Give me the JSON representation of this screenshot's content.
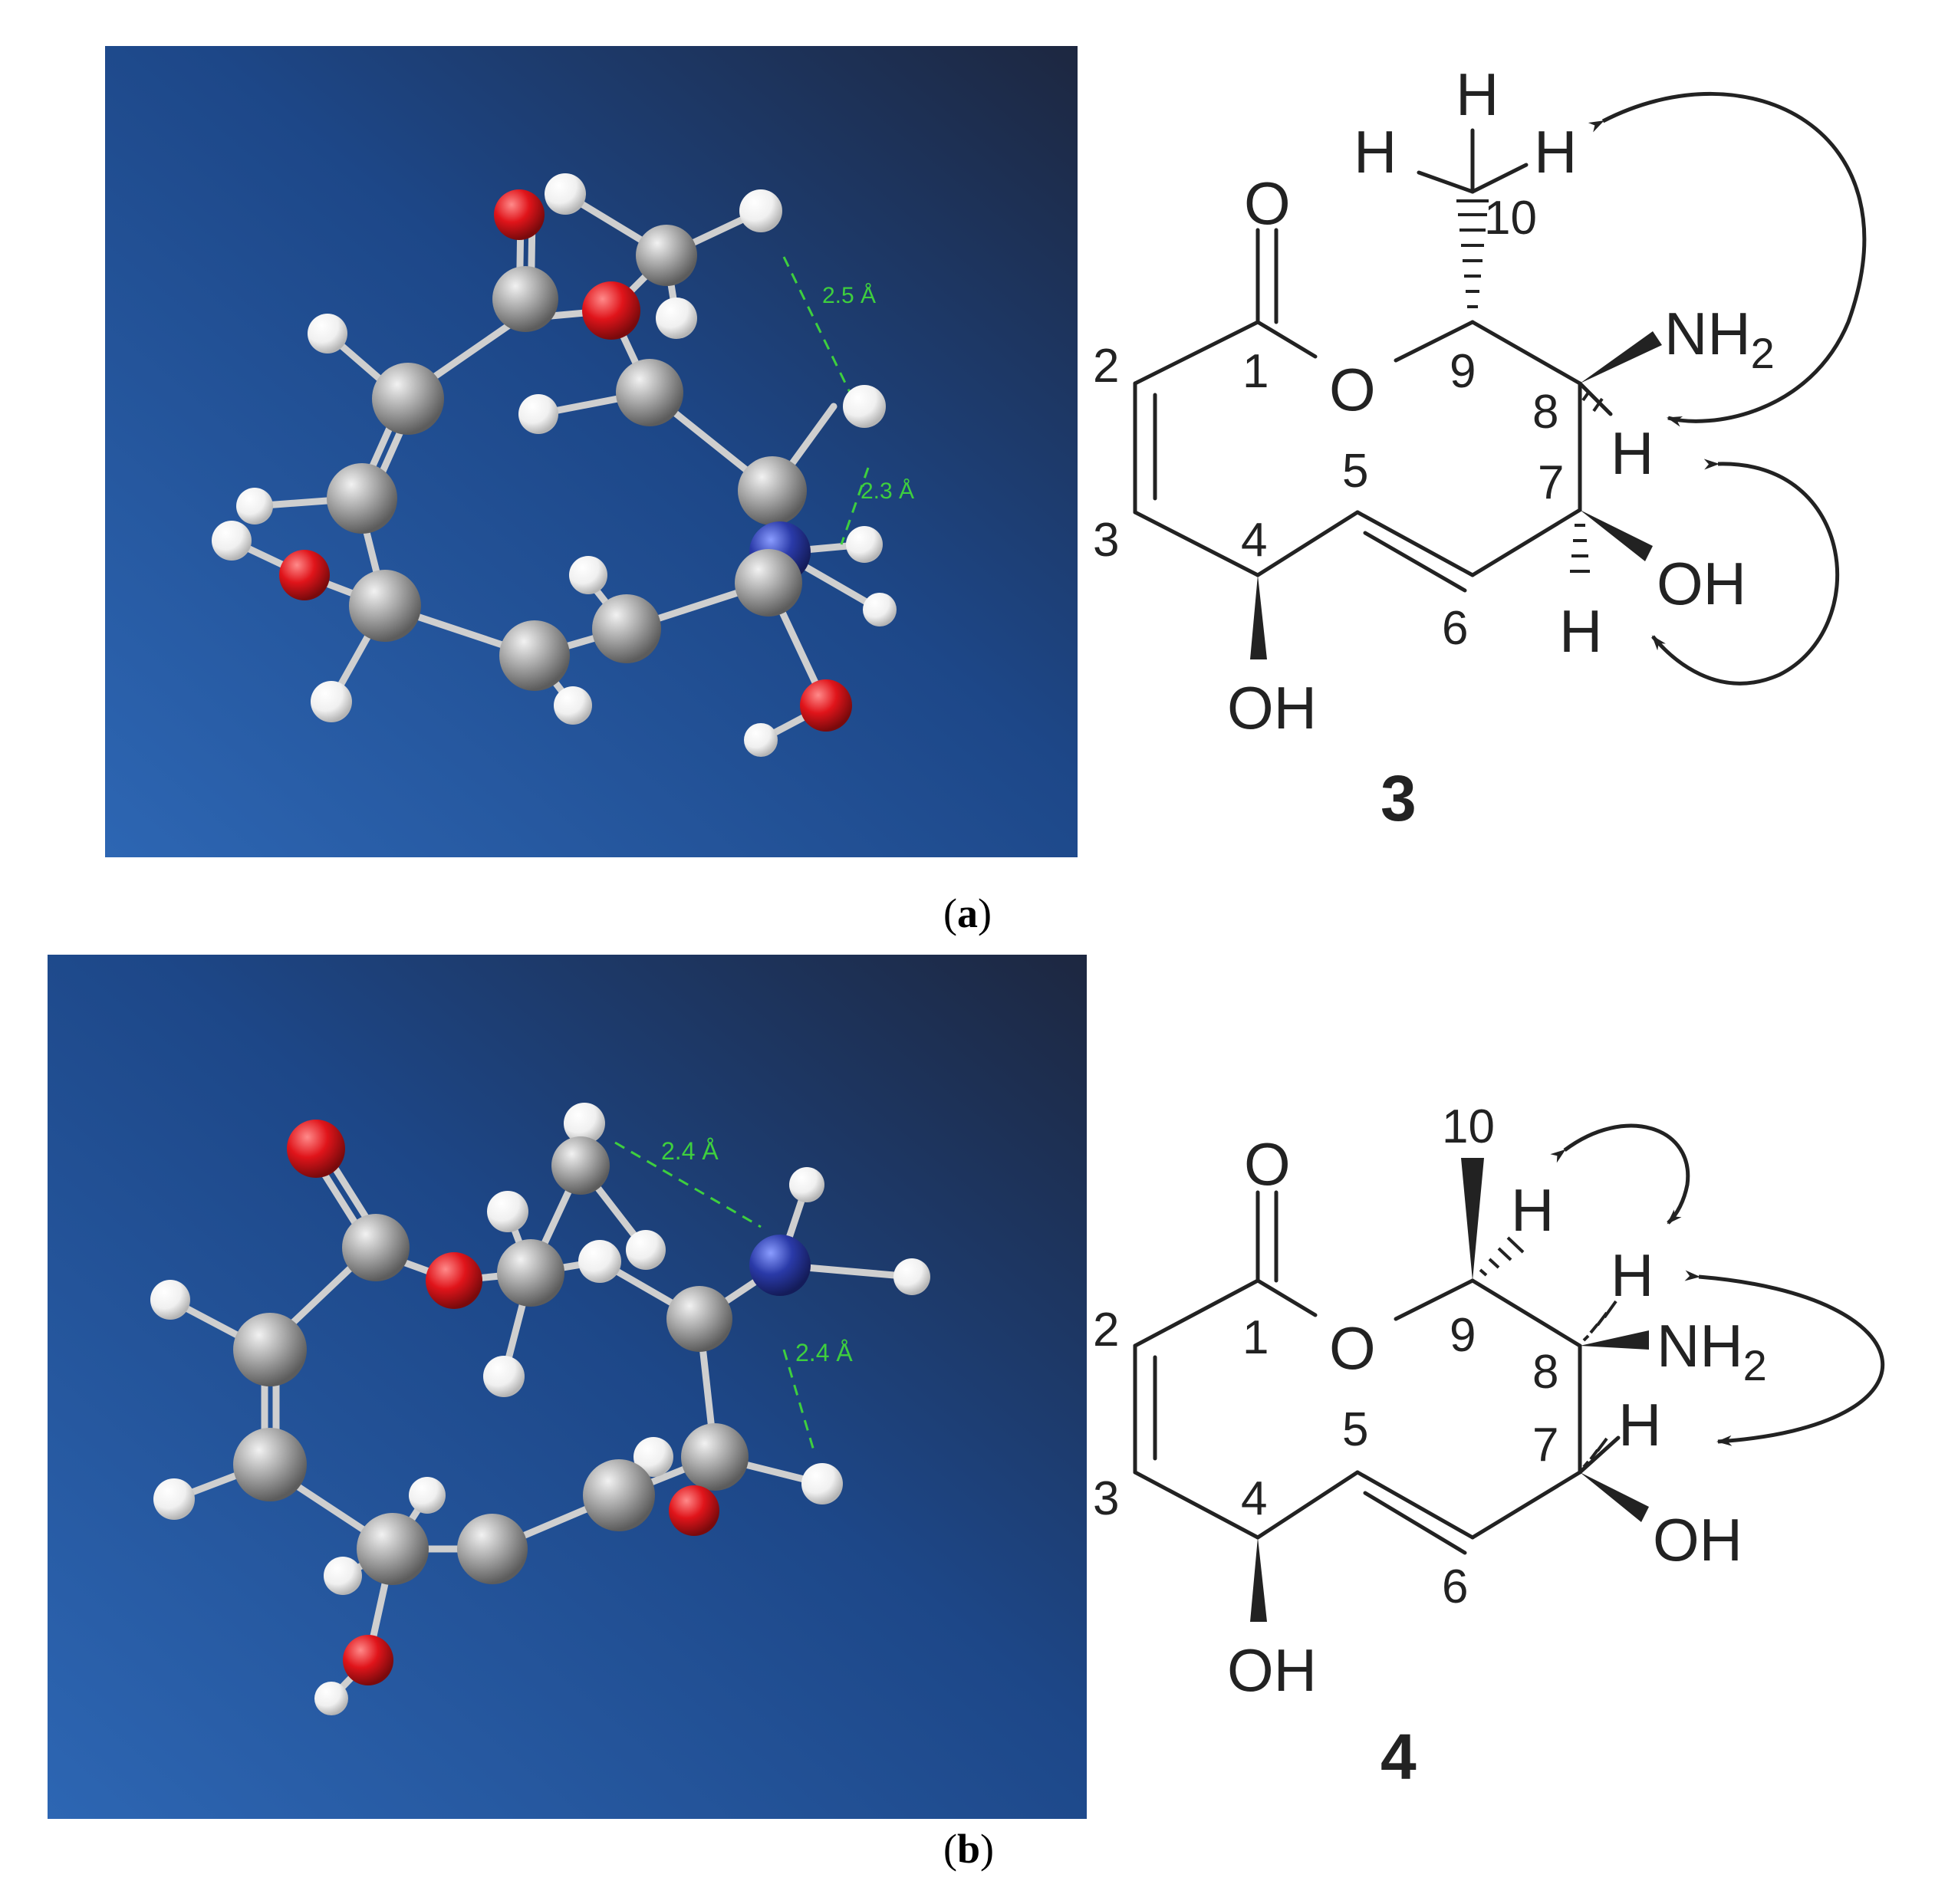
{
  "panel_a": {
    "caption_open": "(",
    "caption_letter": "a",
    "caption_close": ")",
    "distances": [
      "2.5 Å",
      "2.3 Å"
    ],
    "compound_number": "3",
    "labels": {
      "methyl_h_top": "H",
      "methyl_h_left": "H",
      "methyl_h_right": "H",
      "c10": "10",
      "carbonyl_o": "O",
      "ring_o": "O",
      "nh2": "NH",
      "nh2_sub": "2",
      "h8": "H",
      "oh7": "OH",
      "h7": "H",
      "oh4": "OH",
      "n1": "1",
      "n2": "2",
      "n3": "3",
      "n4": "4",
      "n5": "5",
      "n6": "6",
      "n7": "7",
      "n8": "8",
      "n9": "9"
    }
  },
  "panel_b": {
    "caption_open": "(",
    "caption_letter": "b",
    "caption_close": ")",
    "distances": [
      "2.4 Å",
      "2.4 Å"
    ],
    "compound_number": "4",
    "labels": {
      "c10": "10",
      "h9": "H",
      "carbonyl_o": "O",
      "ring_o": "O",
      "h8": "H",
      "nh2": "NH",
      "nh2_sub": "2",
      "h7": "H",
      "oh7": "OH",
      "oh4": "OH",
      "n1": "1",
      "n2": "2",
      "n3": "3",
      "n4": "4",
      "n5": "5",
      "n6": "6",
      "n7": "7",
      "n8": "8",
      "n9": "9"
    }
  },
  "colors": {
    "carbon": "#a9a9a9",
    "oxygen": "#e0141a",
    "nitrogen": "#2a3aa8",
    "hydrogen": "#f4f4f4",
    "distance_line": "#3ecf3e",
    "background_dark": "#1e2a4a",
    "background_light": "#2e64b0"
  }
}
